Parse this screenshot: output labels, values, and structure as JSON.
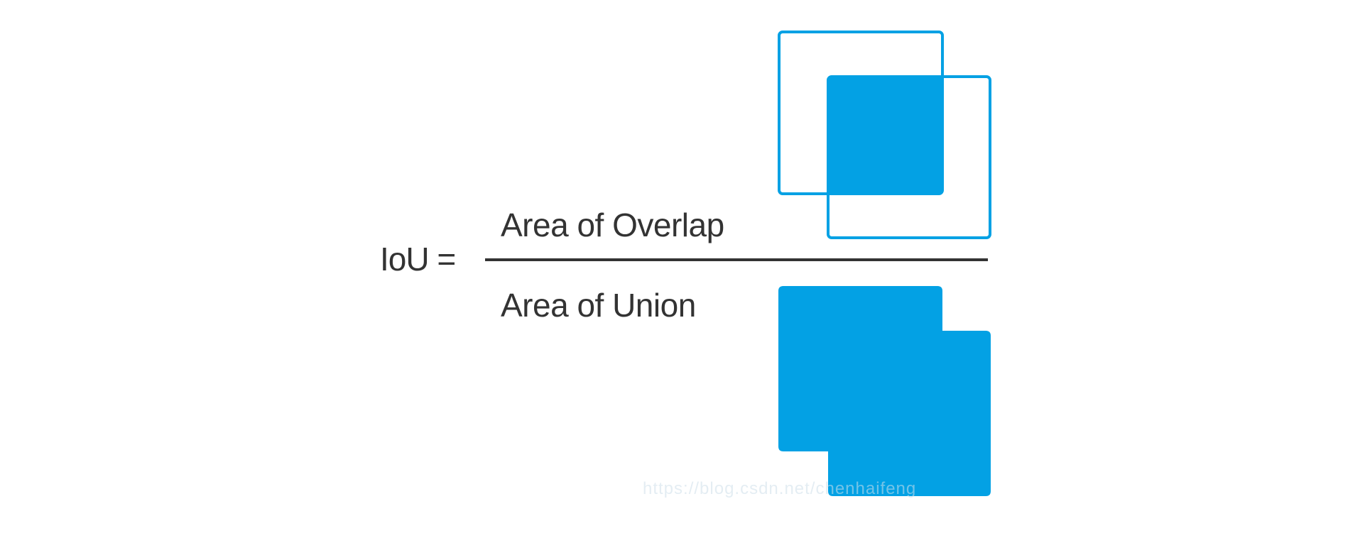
{
  "formula": {
    "lhs": "IoU =",
    "numerator": "Area of Overlap",
    "denominator": "Area of Union"
  },
  "colors": {
    "accent_blue": "#03a1e4",
    "text": "#333333",
    "background": "#ffffff"
  },
  "watermark": {
    "text": "https://blog.csdn.net/chenhaifeng"
  }
}
